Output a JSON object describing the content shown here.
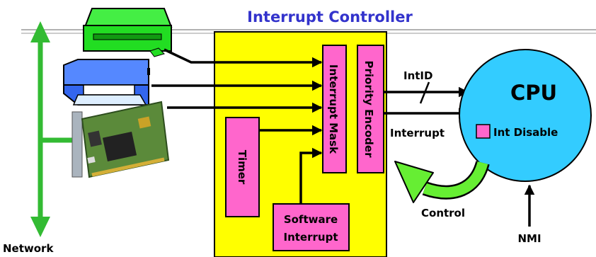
{
  "title": "Interrupt Controller",
  "cpu": {
    "label": "CPU",
    "int_disable_label": "Int Disable"
  },
  "blocks": {
    "interrupt_mask": "Interrupt Mask",
    "priority_encoder": "Priority Encoder",
    "timer": "Timer",
    "software_interrupt_line1": "Software",
    "software_interrupt_line2": "Interrupt"
  },
  "signals": {
    "intid": "IntID",
    "interrupt": "Interrupt",
    "control": "Control",
    "nmi": "NMI",
    "network": "Network"
  },
  "devices": [
    "disk-drive",
    "printer",
    "network-card"
  ],
  "colors": {
    "controller_fill": "#ffff00",
    "block_fill": "#ff66cc",
    "cpu_fill": "#33ccff",
    "title_text": "#3333cc",
    "network_bus": "#33bb33",
    "control_arrow": "#66ee33",
    "disk_drive": "#22dd22",
    "printer": "#3366ee"
  }
}
